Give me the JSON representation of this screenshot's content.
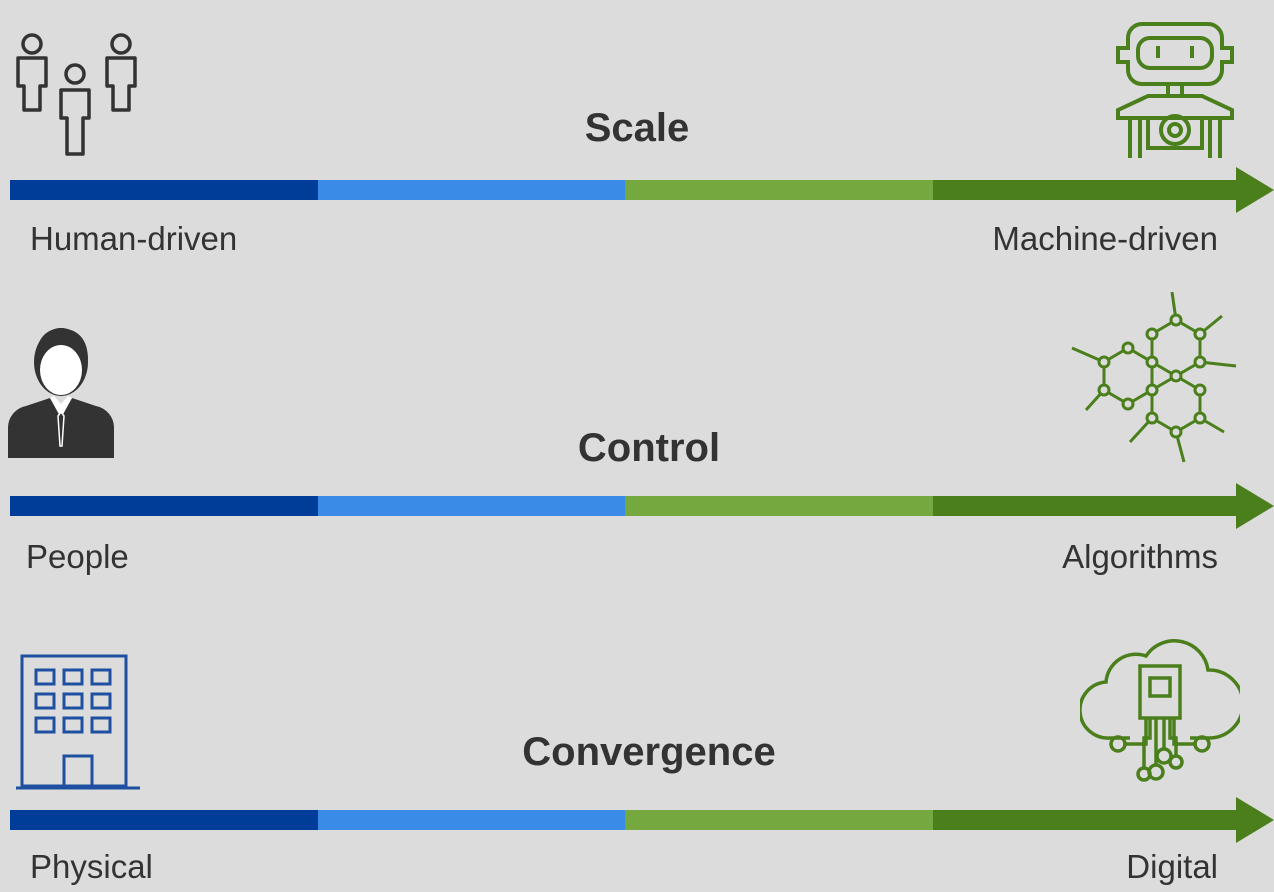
{
  "colors": {
    "segment1": "#003d99",
    "segment2": "#3a8ae8",
    "segment3": "#76a840",
    "segment4": "#4a7f1c",
    "text": "#333333",
    "icon_green": "#4a7f1c",
    "icon_blue": "#1e4fa0"
  },
  "rows": [
    {
      "title": "Scale",
      "left_label": "Human-driven",
      "right_label": "Machine-driven",
      "left_icon": "people-group-icon",
      "right_icon": "robot-icon"
    },
    {
      "title": "Control",
      "left_label": "People",
      "right_label": "Algorithms",
      "left_icon": "businessman-icon",
      "right_icon": "network-hexagon-icon"
    },
    {
      "title": "Convergence",
      "left_label": "Physical",
      "right_label": "Digital",
      "left_icon": "office-building-icon",
      "right_icon": "cloud-chip-icon"
    }
  ]
}
